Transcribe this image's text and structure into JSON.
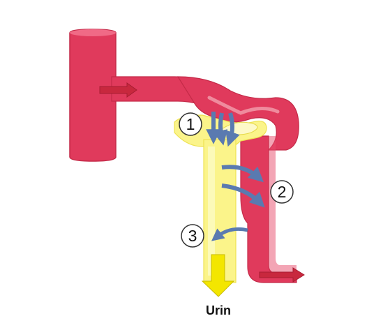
{
  "colors": {
    "vessel": "#e03a5c",
    "vessel_dark": "#c42a48",
    "vessel_light": "#f3a0ae",
    "tubule": "#fbf48a",
    "tubule_edge": "#eee253",
    "arrow_blue": "#5a7ab0",
    "arrow_red": "#c8283e",
    "arrow_yellow": "#f3e600",
    "circle_stroke": "#333333"
  },
  "labels": {
    "step1": "1",
    "step2": "2",
    "step3": "3",
    "output": "Urin"
  }
}
